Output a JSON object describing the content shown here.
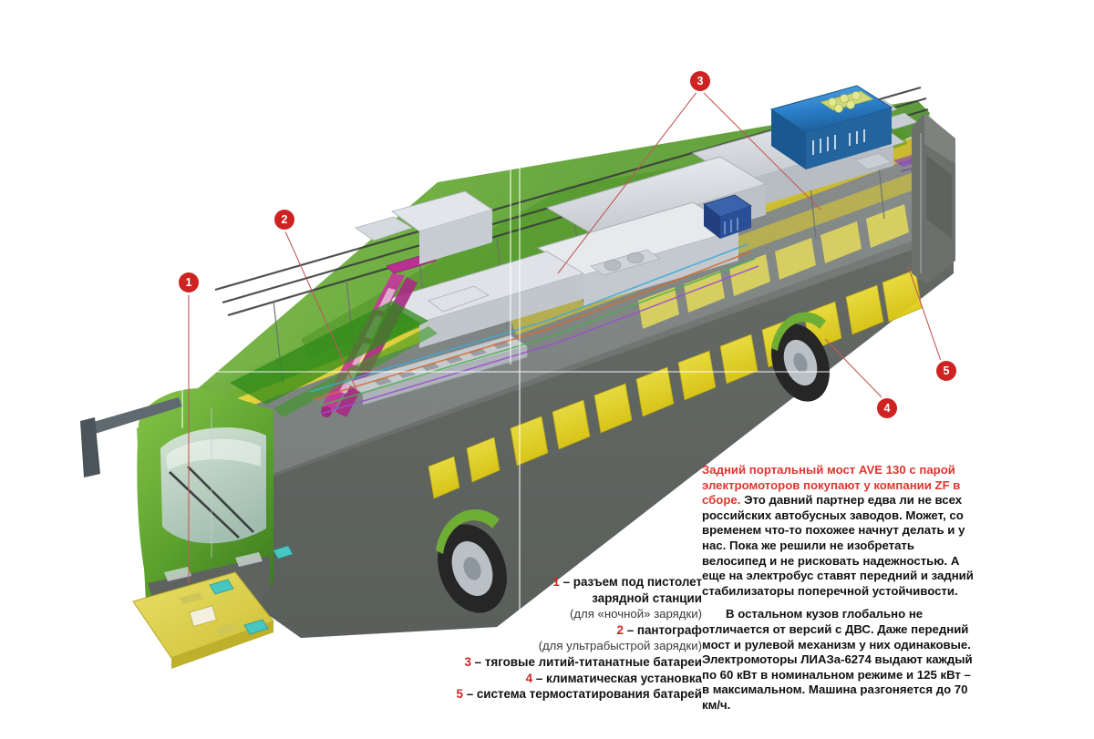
{
  "figure": {
    "kind": "cutaway-technical-illustration",
    "subject": "Электробус ЛИАЗа-6274 — схема компоновки",
    "body_colors": {
      "roof_green": "#5aa02c",
      "lower_body_gray": "#6e7370",
      "window_band_gray": "#8d9290",
      "seat_yellow": "#e8d616",
      "interior_yellow_trim": "#d4c21a",
      "battery_gray": "#d7dade",
      "climate_unit_blue": "#2a7fc9",
      "motor_blue": "#2b4f96",
      "pantograph_magenta": "#c4379b",
      "charge_ramp_yellow": "#ded24a",
      "tire_black": "#2b2b2b",
      "glass_blue": "#cfdce4",
      "accent_red": "#cf2222"
    }
  },
  "callouts": [
    {
      "id": "1",
      "label": "1"
    },
    {
      "id": "2",
      "label": "2"
    },
    {
      "id": "3",
      "label": "3"
    },
    {
      "id": "4",
      "label": "4"
    },
    {
      "id": "5",
      "label": "5"
    }
  ],
  "legend": {
    "items": [
      {
        "num": "1",
        "line1": "– разъем под пистолет",
        "line2": "зарядной станции",
        "note": "(для «ночной» зарядки)"
      },
      {
        "num": "2",
        "line1": "– пантограф",
        "line2": "",
        "note": "(для ультрабыстрой зарядки)"
      },
      {
        "num": "3",
        "line1": "– тяговые литий-титанатные батареи",
        "line2": "",
        "note": ""
      },
      {
        "num": "4",
        "line1": "– климатическая установка",
        "line2": "",
        "note": ""
      },
      {
        "num": "5",
        "line1": "– система термостатирования батарей",
        "line2": "",
        "note": ""
      }
    ],
    "l1a": "1",
    "l1b": "– разъем под пистолет",
    "l2": "зарядной станции",
    "l3": "(для «ночной» зарядки)",
    "l4a": "2",
    "l4b": "– пантограф",
    "l5": "(для ультрабыстрой зарядки)",
    "l6a": "3",
    "l6b": "– тяговые литий-титанатные батареи",
    "l7a": "4",
    "l7b": "– климатическая установка",
    "l8a": "5",
    "l8b": "– система термостатирования батарей"
  },
  "article": {
    "lead": "Задний портальный мост AVE 130 с парой элек­тромоторов покупают у компании ZF в сборе.",
    "para1": " Это давний партнер едва ли не всех российских автобусных заводов. Может, со временем что-то похожее начнут делать и у нас. Пока же решили не изобретать велосипед и не рисковать надеж­ностью. А еще на электробус ставят передний и задний стабилизаторы поперечной устойчи­вости.",
    "para2": "В остальном кузов глобально не отличается от версий с ДВС. Даже передний мост и рулевой механизм у них одинаковые. Электромоторы ЛИАЗа-6274 выдают каждый по 60 кВт в номи­нальном режиме и 125 кВт – в максимальном. Машина разгоняется до 70 км/ч."
  }
}
